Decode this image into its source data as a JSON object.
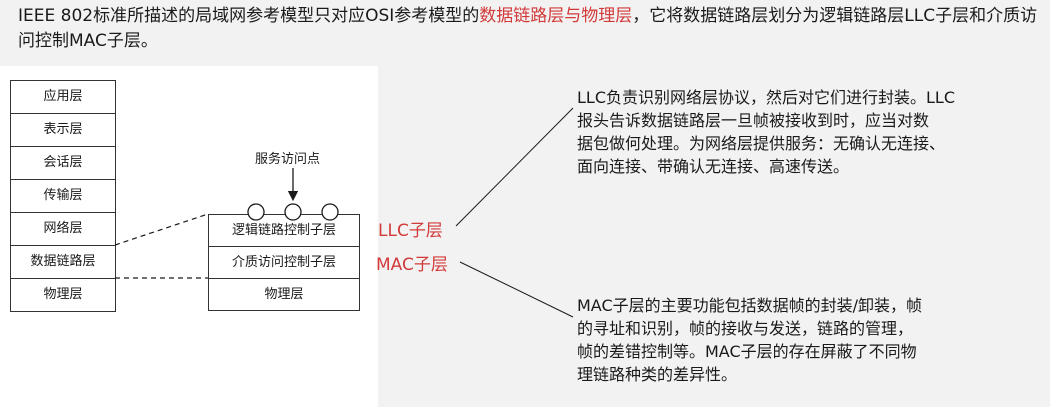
{
  "intro": {
    "part1": "IEEE 802标准所描述的局域网参考模型只对应OSI参考模型的",
    "highlight": "数据链路层与物理层",
    "part2": "，它将数据链路层划分为逻辑链路层LLC子层和介质访问控制MAC子层。"
  },
  "osi_layers": [
    "应用层",
    "表示层",
    "会话层",
    "传输层",
    "网络层",
    "数据链路层",
    "物理层"
  ],
  "sap_label": "服务访问点",
  "ieee802_layers": [
    "逻辑链路控制子层",
    "介质访问控制子层",
    "物理层"
  ],
  "llc_label": "LLC子层",
  "mac_label": "MAC子层",
  "llc_note": {
    "line1": "LLC负责识别网络层协议，然后对它们进行封装。LLC",
    "line2": "报头告诉数据链路层一旦帧被接收到时，应当对数",
    "line3": "据包做何处理。为网络层提供服务：无确认无连接、",
    "line4": "面向连接、带确认无连接、高速传送。"
  },
  "mac_note": {
    "line1": "MAC子层的主要功能包括数据帧的封装/卸装，帧",
    "line2": "的寻址和识别，帧的接收与发送，链路的管理，",
    "line3": "帧的差错控制等。MAC子层的存在屏蔽了不同物",
    "line4": "理链路种类的差异性。"
  },
  "colors": {
    "highlight": "#d23a3a",
    "text": "#1a1a1a"
  }
}
